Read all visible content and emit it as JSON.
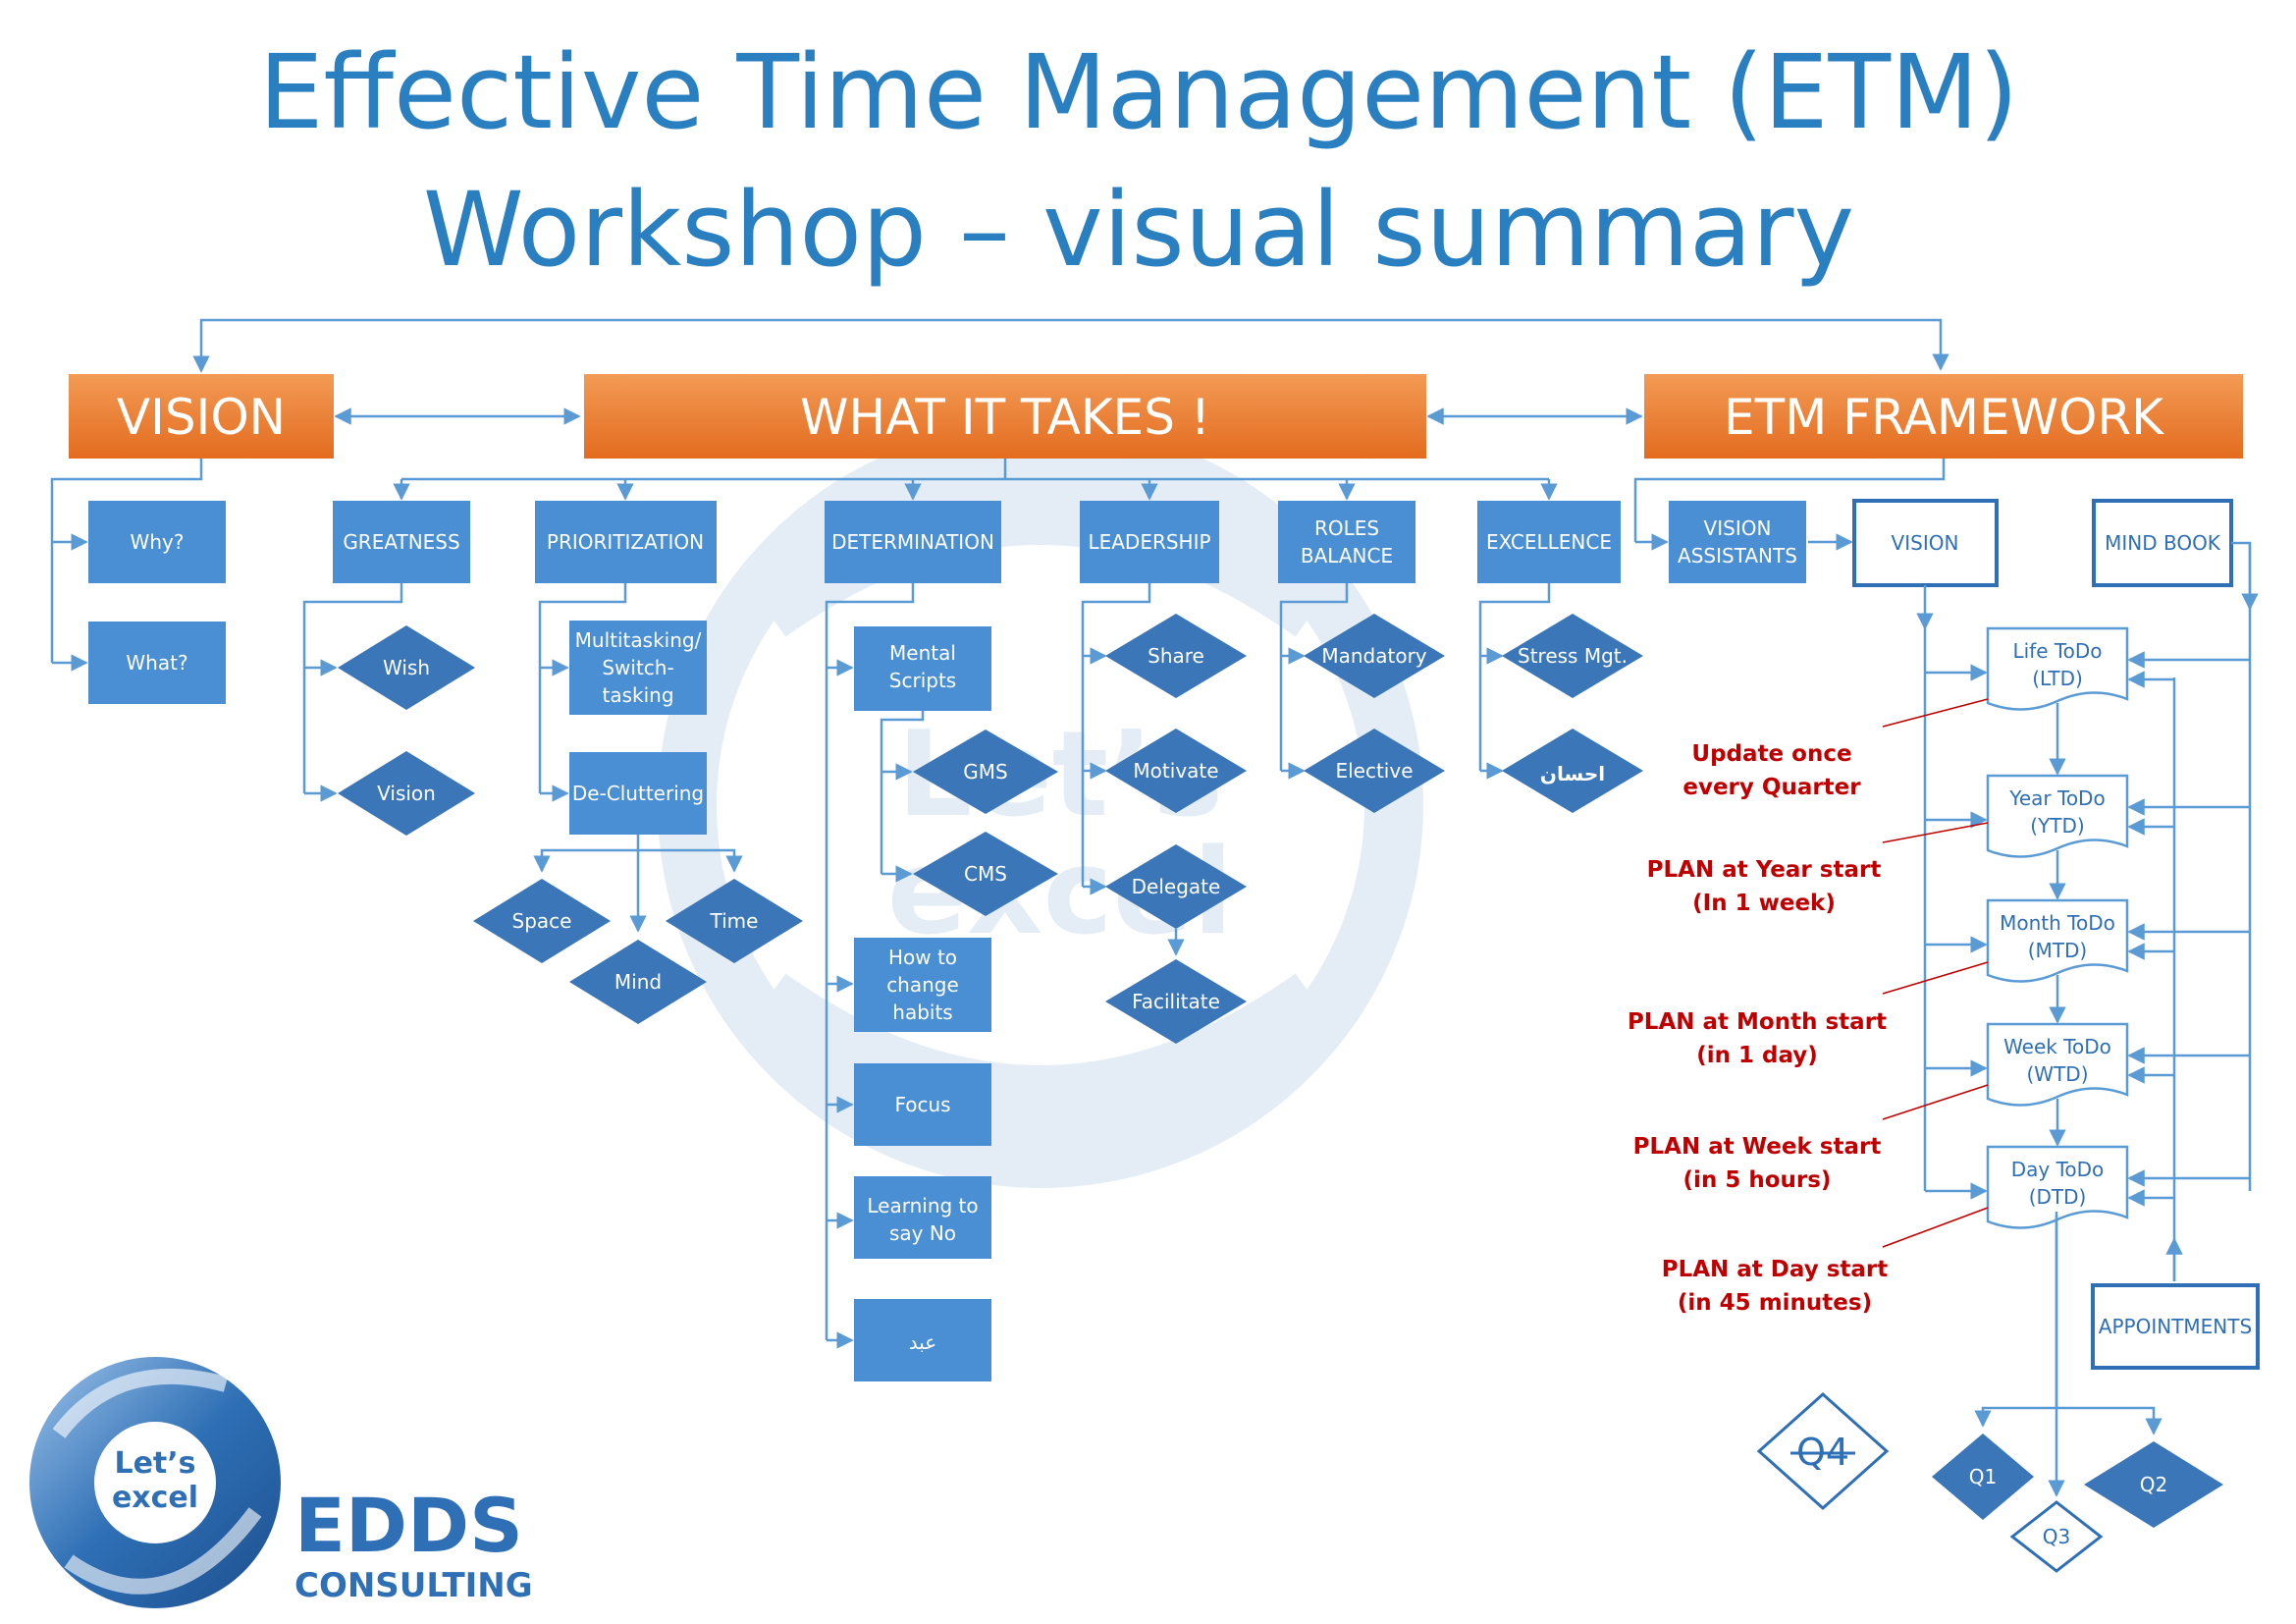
{
  "title": {
    "line1": "Effective Time Management (ETM)",
    "line2": "Workshop – visual summary"
  },
  "headers": {
    "vision": "VISION",
    "what_it_takes": "WHAT IT TAKES !",
    "etm_framework": "ETM FRAMEWORK"
  },
  "vision_items": [
    "Why?",
    "What?"
  ],
  "categories": {
    "greatness": "GREATNESS",
    "prioritization": "PRIORITIZATION",
    "determination": "DETERMINATION",
    "leadership": "LEADERSHIP",
    "roles_balance": [
      "ROLES",
      "BALANCE"
    ],
    "excellence": "EXCELLENCE"
  },
  "greatness_items": [
    "Wish",
    "Vision"
  ],
  "prioritization_items": {
    "multitasking": [
      "Multitasking/",
      "Switch-",
      "tasking"
    ],
    "decluttering": "De-Cluttering",
    "space": "Space",
    "time": "Time",
    "mind": "Mind"
  },
  "determination_items": {
    "mental_scripts": [
      "Mental",
      "Scripts"
    ],
    "gms": "GMS",
    "cms": "CMS",
    "habits": [
      "How to",
      "change",
      "habits"
    ],
    "focus": "Focus",
    "say_no": [
      "Learning to",
      "say No"
    ],
    "abd": "عبد"
  },
  "leadership_items": [
    "Share",
    "Motivate",
    "Delegate",
    "Facilitate"
  ],
  "roles_items": [
    "Mandatory",
    "Elective"
  ],
  "excellence_items": [
    "Stress Mgt.",
    "احسان"
  ],
  "framework": {
    "vision_assistants": [
      "VISION",
      "ASSISTANTS"
    ],
    "vision": "VISION",
    "mind_book": "MIND BOOK",
    "appointments": "APPOINTMENTS",
    "todos": [
      {
        "name": "Life ToDo",
        "abbr": "(LTD)"
      },
      {
        "name": "Year ToDo",
        "abbr": "(YTD)"
      },
      {
        "name": "Month ToDo",
        "abbr": "(MTD)"
      },
      {
        "name": "Week ToDo",
        "abbr": "(WTD)"
      },
      {
        "name": "Day ToDo",
        "abbr": "(DTD)"
      }
    ],
    "notes": [
      [
        "Update once",
        "every Quarter"
      ],
      [
        "PLAN at Year start",
        "(In 1 week)"
      ],
      [
        "PLAN at Month start",
        "(in 1 day)"
      ],
      [
        "PLAN at Week start",
        "(in 5 hours)"
      ],
      [
        "PLAN at Day start",
        "(in 45 minutes)"
      ]
    ],
    "quadrants": [
      "Q1",
      "Q2",
      "Q3",
      "Q4"
    ]
  },
  "watermark": [
    "Let’s",
    "excel"
  ],
  "logo": {
    "badge_line1": "Let’s",
    "badge_line2": "excel",
    "company": "EDDS",
    "subtitle": "CONSULTING"
  },
  "colors": {
    "title": "#2a7fc0",
    "header_orange": "#ed7d31",
    "box_blue": "#4a8fd4",
    "diamond_blue": "#3a76b8",
    "connector": "#5b9bd5",
    "note_red": "#c00000"
  }
}
